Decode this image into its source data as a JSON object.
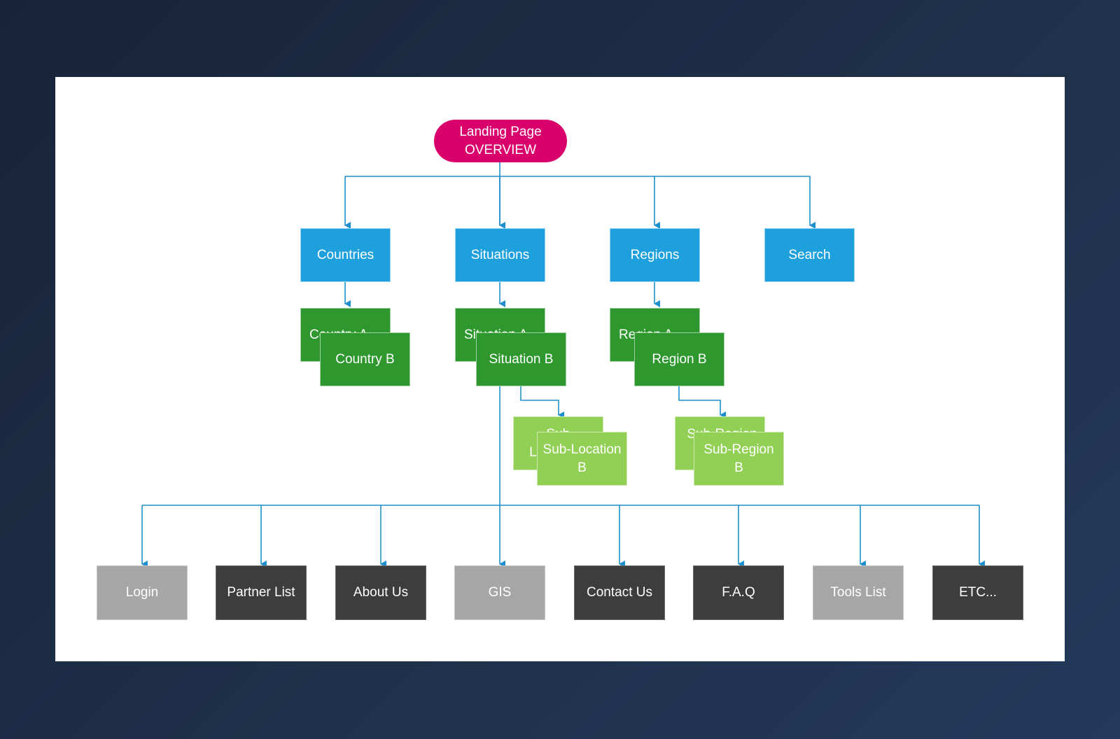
{
  "root": {
    "line1": "Landing Page",
    "line2": "OVERVIEW"
  },
  "level1": [
    "Countries",
    "Situations",
    "Regions",
    "Search"
  ],
  "level2": {
    "country_back": "Country A",
    "country_front": "Country B",
    "situation_back": "Situation A",
    "situation_front": "Situation B",
    "region_back": "Region A",
    "region_front": "Region B"
  },
  "level3": {
    "sublocation_back": "Sub-Location A",
    "sublocation_front": "Sub-Location B",
    "subregion_back": "Sub-Region A",
    "subregion_front": "Sub-Region B"
  },
  "footer_pages": [
    "Login",
    "Partner List",
    "About Us",
    "GIS",
    "Contact Us",
    "F.A.Q",
    "Tools List",
    "ETC..."
  ],
  "colors": {
    "root": "#d9006c",
    "primary": "#1ea0dd",
    "secondary": "#2e982e",
    "tertiary": "#91d055",
    "utility_light": "#a6a6a6",
    "utility_dark": "#3d3d3d",
    "connector": "#1e8fcc"
  }
}
